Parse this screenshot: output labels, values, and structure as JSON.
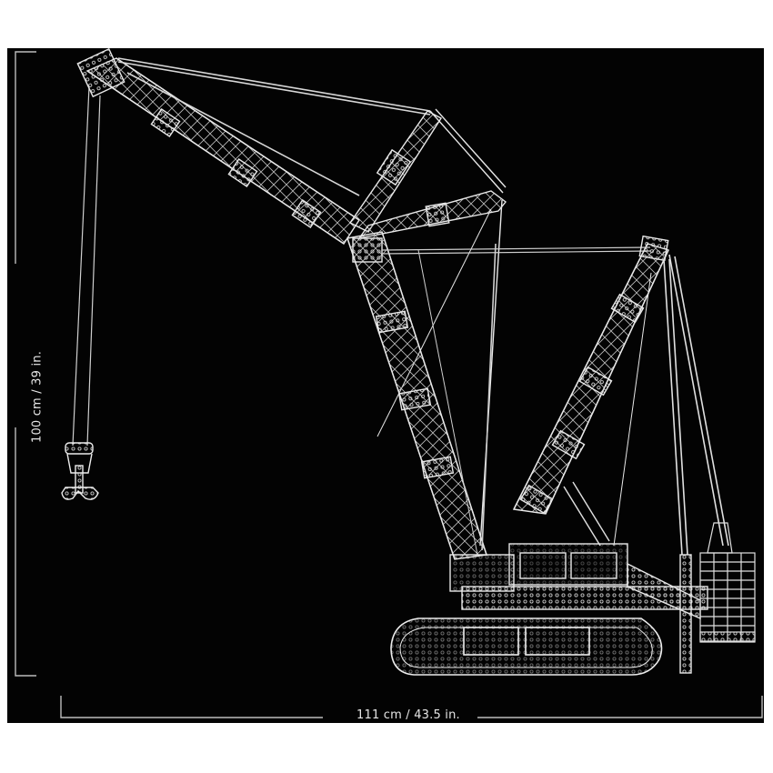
{
  "figure": {
    "subject": "crawler-crane-wireframe-line-drawing",
    "background_color": "#030303",
    "line_color": "#e8e8e8",
    "page_color": "#ffffff"
  },
  "dimensions": {
    "height_label": "100 cm / 39 in.",
    "width_label": "111 cm / 43.5 in."
  },
  "components": {
    "main_jib": "main-jib-lattice",
    "luffing_jib": "luffing-jib-lattice",
    "main_boom": "main-boom-lattice",
    "derrick_mast": "derrick-mast-lattice",
    "hook_block": "hook-block",
    "hoist_rope": "hoist-rope",
    "counterweight": "counterweight-stack",
    "crawler_track": "crawler-track",
    "superstructure": "superstructure-body"
  }
}
